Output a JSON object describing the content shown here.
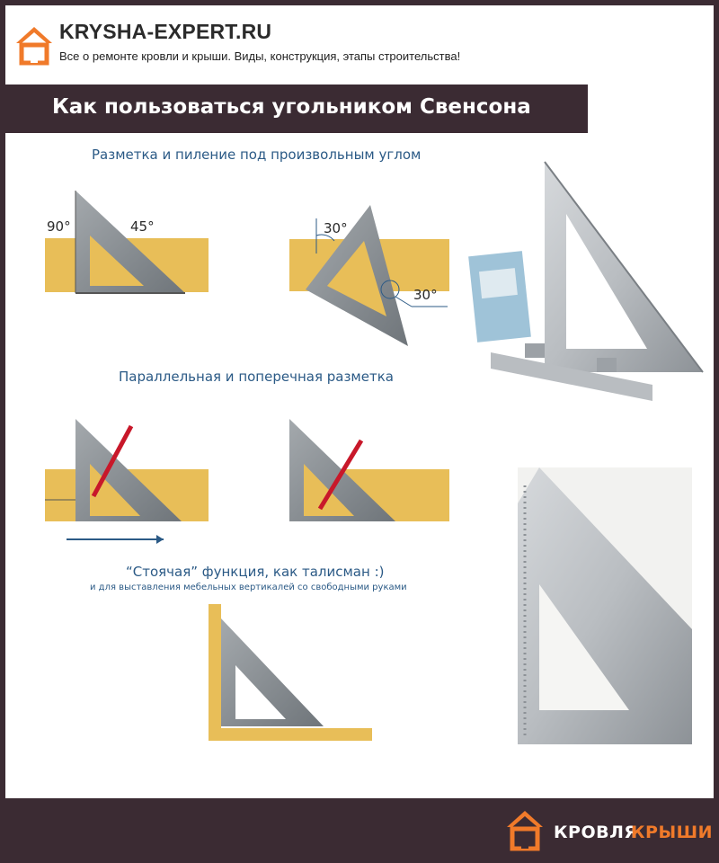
{
  "header": {
    "site_name": "KRYSHA-EXPERT.RU",
    "tagline": "Все о ремонте кровли и крыши. Виды, конструкция, этапы строительства!"
  },
  "title": "Как пользоваться угольником Свенсона",
  "sections": {
    "section1_heading": "Разметка и пиление под произвольным углом",
    "section2_heading": "Параллельная и поперечная разметка",
    "standing_heading": "“Стоячая” функция,  как талисман :)",
    "standing_subheading": "и для выставления мебельных вертикалей со свободными руками"
  },
  "angles": {
    "a90": "90°",
    "a45": "45°",
    "a30_top": "30°",
    "a30_right": "30°"
  },
  "footer": {
    "brand_part1": "КРОВЛЯ",
    "brand_part2": "КРЫШИ"
  },
  "colors": {
    "frame": "#3b2b33",
    "board": "#e8be58",
    "square": "#8c9196",
    "accent_blue": "#2b5a86",
    "marker_red": "#c8182a",
    "brand_orange": "#f07a2a"
  }
}
